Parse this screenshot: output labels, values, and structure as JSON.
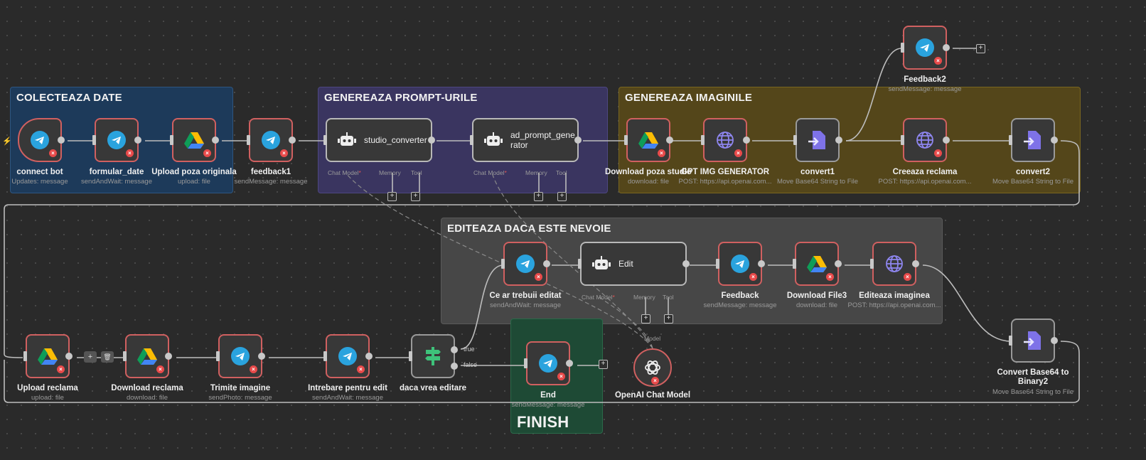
{
  "groups": {
    "collect": "COLECTEAZA DATE",
    "prompt": "GENEREAZA PROMPT-URILE",
    "images": "GENEREAZA IMAGINILE",
    "edit": "EDITEAZA DACA ESTE NEVOIE",
    "finish": "FINISH"
  },
  "nodes": {
    "connect_bot": {
      "label": "connect bot",
      "sub": "Updates: message"
    },
    "formular_date": {
      "label": "formular_date",
      "sub": "sendAndWait: message"
    },
    "upload_originala": {
      "label": "Upload poza originala",
      "sub": "upload: file"
    },
    "feedback1": {
      "label": "feedback1",
      "sub": "sendMessage: message"
    },
    "studio_converter": {
      "label": "studio_converter"
    },
    "ad_prompt": {
      "label": "ad_prompt_generator"
    },
    "download_studio": {
      "label": "Download poza studio",
      "sub": "download: file"
    },
    "gpt_img": {
      "label": "GPT IMG GENERATOR",
      "sub": "POST: https://api.openai.com..."
    },
    "convert1": {
      "label": "convert1",
      "sub": "Move Base64 String to File"
    },
    "feedback2": {
      "label": "Feedback2",
      "sub": "sendMessage: message"
    },
    "creeaza_reclama": {
      "label": "Creeaza reclama",
      "sub": "POST: https://api.openai.com..."
    },
    "convert2": {
      "label": "convert2",
      "sub": "Move Base64 String to File"
    },
    "ce_ar_trebui": {
      "label": "Ce ar trebuii editat",
      "sub": "sendAndWait: message"
    },
    "edit": {
      "label": "Edit"
    },
    "feedback": {
      "label": "Feedback",
      "sub": "sendMessage: message"
    },
    "download_file3": {
      "label": "Download File3",
      "sub": "download: file"
    },
    "editeaza": {
      "label": "Editeaza imaginea",
      "sub": "POST: https://api.openai.com..."
    },
    "convert_binary2": {
      "label": "Convert Base64 to Binary2",
      "label2": "Binary2",
      "label1": "Convert Base64 to",
      "sub": "Move Base64 String to File"
    },
    "upload_reclama": {
      "label": "Upload reclama",
      "sub": "upload: file"
    },
    "download_reclama": {
      "label": "Download reclama",
      "sub": "download: file"
    },
    "trimite": {
      "label": "Trimite imagine",
      "sub": "sendPhoto: message"
    },
    "intrebare": {
      "label": "Intrebare pentru edit",
      "sub": "sendAndWait: message"
    },
    "daca": {
      "label": "daca vrea editare"
    },
    "end": {
      "label": "End",
      "sub": "sendMessage: message"
    },
    "openai": {
      "label": "OpenAI Chat Model"
    }
  },
  "ports": {
    "chat_model": "Chat Model",
    "required_mark": "*",
    "memory": "Memory",
    "tool": "Tool",
    "model": "Model",
    "true": "true",
    "false": "false"
  },
  "icons": {
    "telegram": "telegram-icon",
    "drive": "google-drive-icon",
    "globe": "http-request-icon",
    "convert": "convert-file-icon",
    "robot": "ai-agent-icon",
    "if": "if-branch-icon",
    "openai": "openai-icon"
  },
  "colors": {
    "error": "#e84a4a",
    "telegram": "#2aa3de",
    "node_border_error": "#d06060",
    "group_collect": "#1d3a5a",
    "group_prompt": "#3a3560",
    "group_images": "#54461a",
    "group_edit": "#474747",
    "group_finish": "#1e4a35"
  },
  "symbols": {
    "plus": "+",
    "error": "×",
    "trash": "🗑",
    "bolt": "⚡"
  }
}
